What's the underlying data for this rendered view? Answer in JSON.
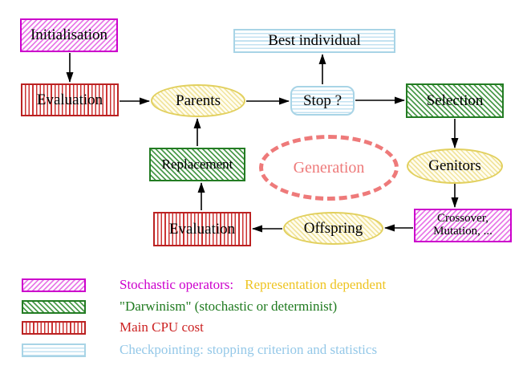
{
  "diagram": {
    "nodes": {
      "initialisation": "Initialisation",
      "evaluation_top": "Evaluation",
      "parents": "Parents",
      "best_individual": "Best individual",
      "stop": "Stop ?",
      "selection": "Selection",
      "genitors": "Genitors",
      "crossover_line1": "Crossover,",
      "crossover_line2": "Mutation, ...",
      "offspring": "Offspring",
      "evaluation_bottom": "Evaluation",
      "replacement": "Replacement",
      "generation": "Generation"
    }
  },
  "legend": {
    "items": [
      {
        "swatch": "magenta-diagonal-hatch",
        "label": "Stochastic operators:",
        "label2": "Representation dependent"
      },
      {
        "swatch": "green-diagonal-hatch",
        "label": "\"Darwinism\" (stochastic or determinist)"
      },
      {
        "swatch": "red-vertical-stripes",
        "label": "Main CPU cost"
      },
      {
        "swatch": "cyan-horizontal-stripes",
        "label": "Checkpointing: stopping criterion and statistics"
      }
    ]
  },
  "colors": {
    "magenta": "#cc00cc",
    "green": "#1f7a1f",
    "red": "#bb2222",
    "cyan_border": "#a8d4e6",
    "cyan_text": "#94c8e8",
    "yellow_border": "#e2d05e",
    "gold_text": "#eec421",
    "salmon": "#ee7a7a",
    "arrow": "#000000"
  }
}
